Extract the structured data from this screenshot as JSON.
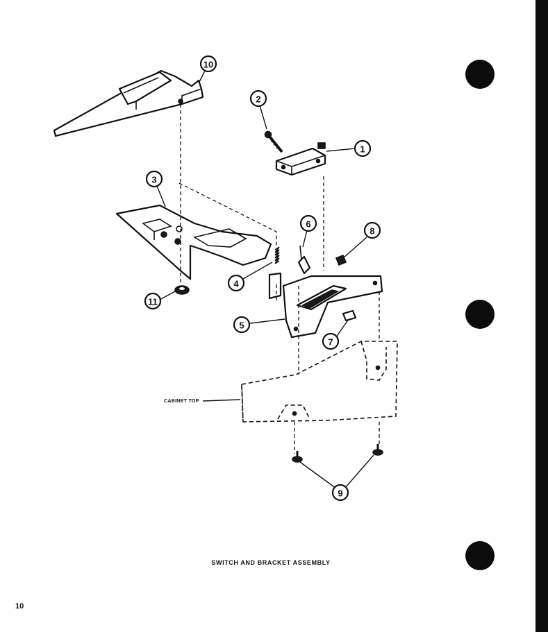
{
  "caption": "SWITCH AND BRACKET ASSEMBLY",
  "page_number": "10",
  "cabinet_label": "CABINET TOP",
  "callouts": {
    "c1": "1",
    "c2": "2",
    "c3": "3",
    "c4": "4",
    "c5": "5",
    "c6": "6",
    "c7": "7",
    "c8": "8",
    "c9": "9",
    "c10": "10",
    "c11": "11"
  },
  "colors": {
    "ink": "#111111",
    "paper": "#ffffff",
    "binding": "#0c0c0c"
  }
}
